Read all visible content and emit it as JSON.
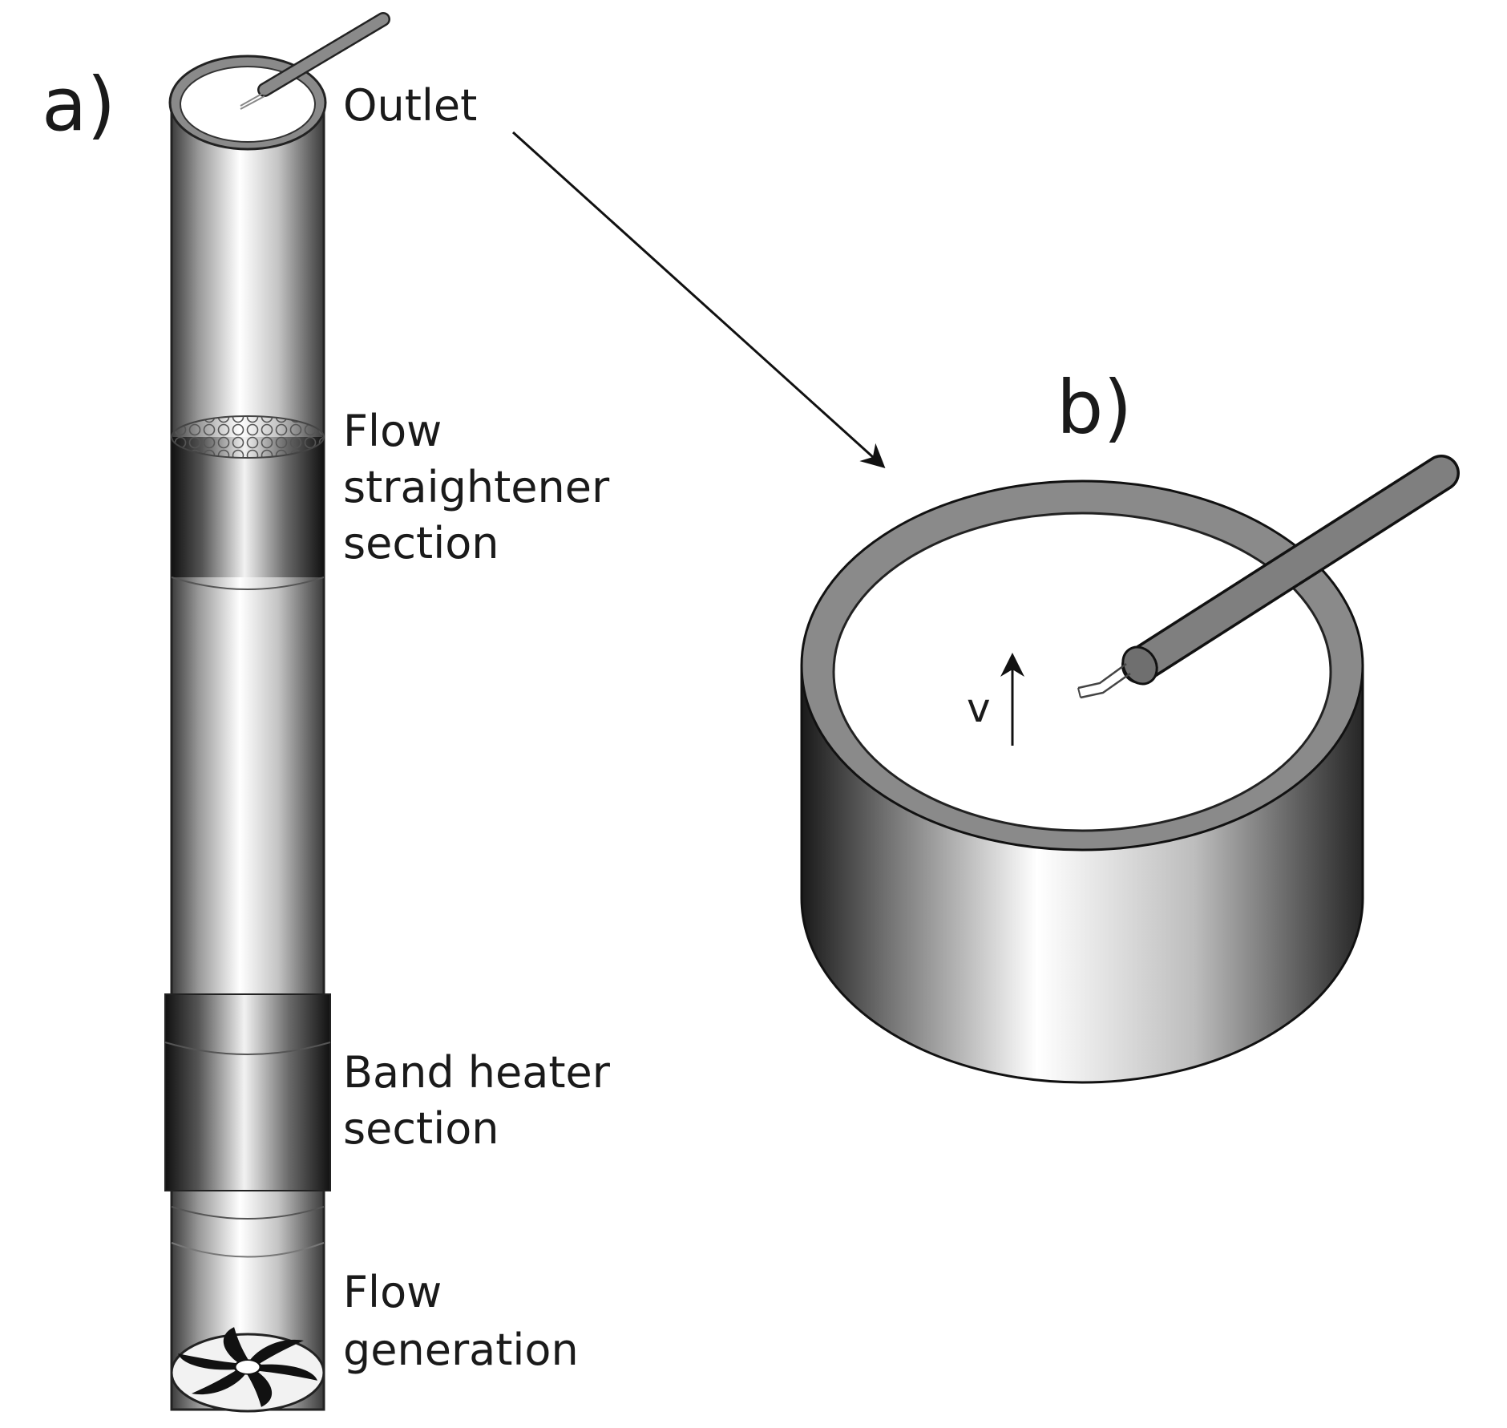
{
  "panels": {
    "a": "a)",
    "b": "b)"
  },
  "labels": {
    "outlet": "Outlet",
    "flow_straightener": [
      "Flow",
      "straightener",
      "section"
    ],
    "band_heater": [
      "Band heater",
      "section"
    ],
    "flow_generation": [
      "Flow",
      "generation"
    ],
    "velocity": "v"
  },
  "colors": {
    "ink": "#111111",
    "rim": "#8a8a8a",
    "probe": "#7f7f7f",
    "tube_dark": "#3a3a3a",
    "tube_light": "#f4f4f4"
  }
}
